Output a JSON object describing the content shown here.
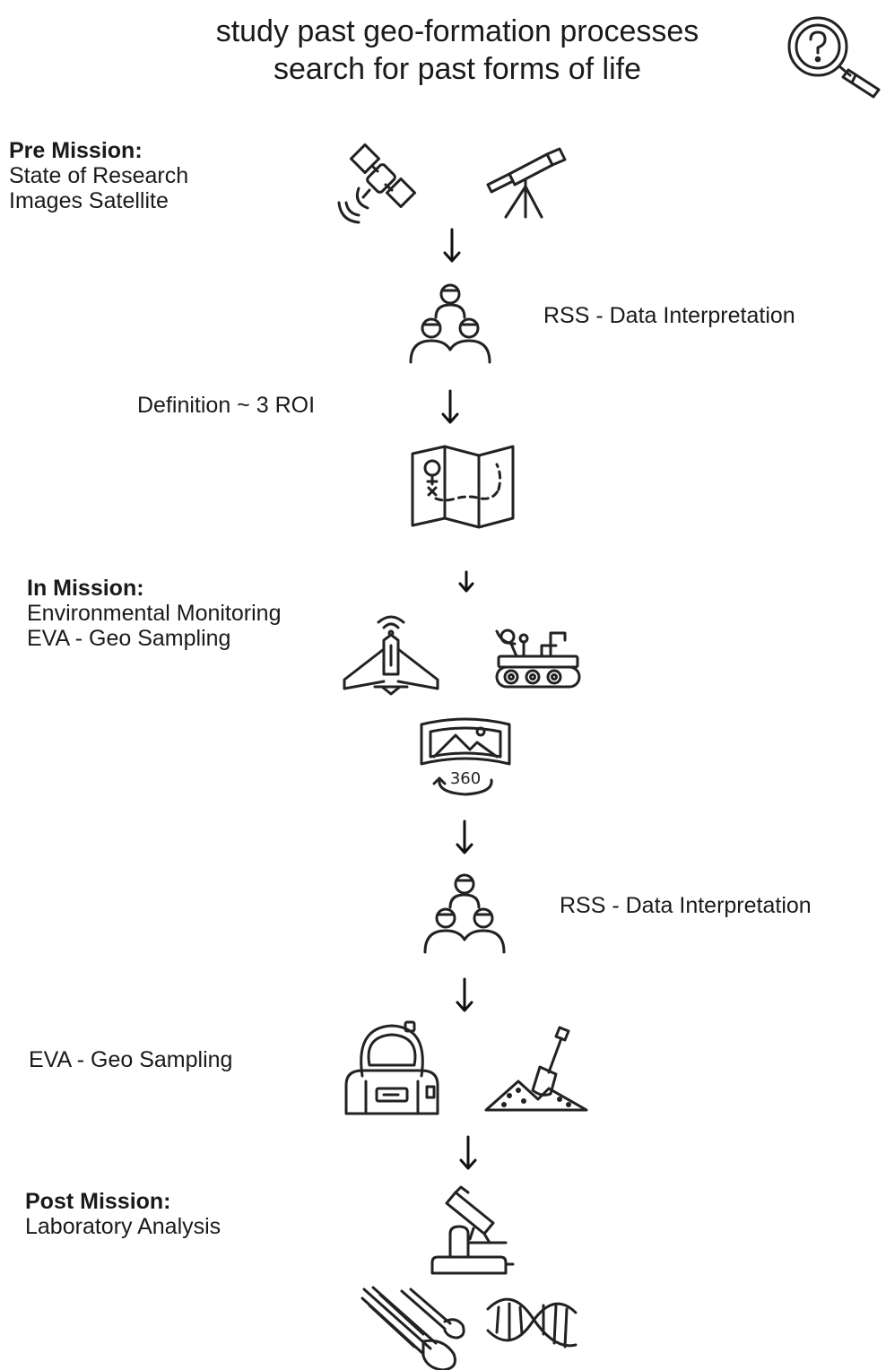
{
  "goal": {
    "line1": "study past geo-formation processes",
    "line2": "search for past forms of life"
  },
  "pre_mission": {
    "heading": "Pre Mission:",
    "line1": "State of Research",
    "line2": "Images Satellite"
  },
  "rss_1": "RSS - Data Interpretation",
  "roi_label": "Definition ~ 3 ROI",
  "in_mission": {
    "heading": "In Mission:",
    "line1": "Environmental Monitoring",
    "line2": "EVA - Geo Sampling"
  },
  "icon_text_360": "360",
  "rss_2": "RSS - Data Interpretation",
  "eva_label": "EVA - Geo Sampling",
  "post_mission": {
    "heading": "Post Mission:",
    "line1": "Laboratory Analysis"
  },
  "icons": [
    "search-question-icon",
    "satellite-icon",
    "telescope-icon",
    "team-icon",
    "map-icon",
    "drone-icon",
    "rover-icon",
    "panorama-360-icon",
    "team-icon",
    "astronaut-icon",
    "shovel-soil-icon",
    "microscope-icon",
    "meteor-icon",
    "dna-icon"
  ]
}
